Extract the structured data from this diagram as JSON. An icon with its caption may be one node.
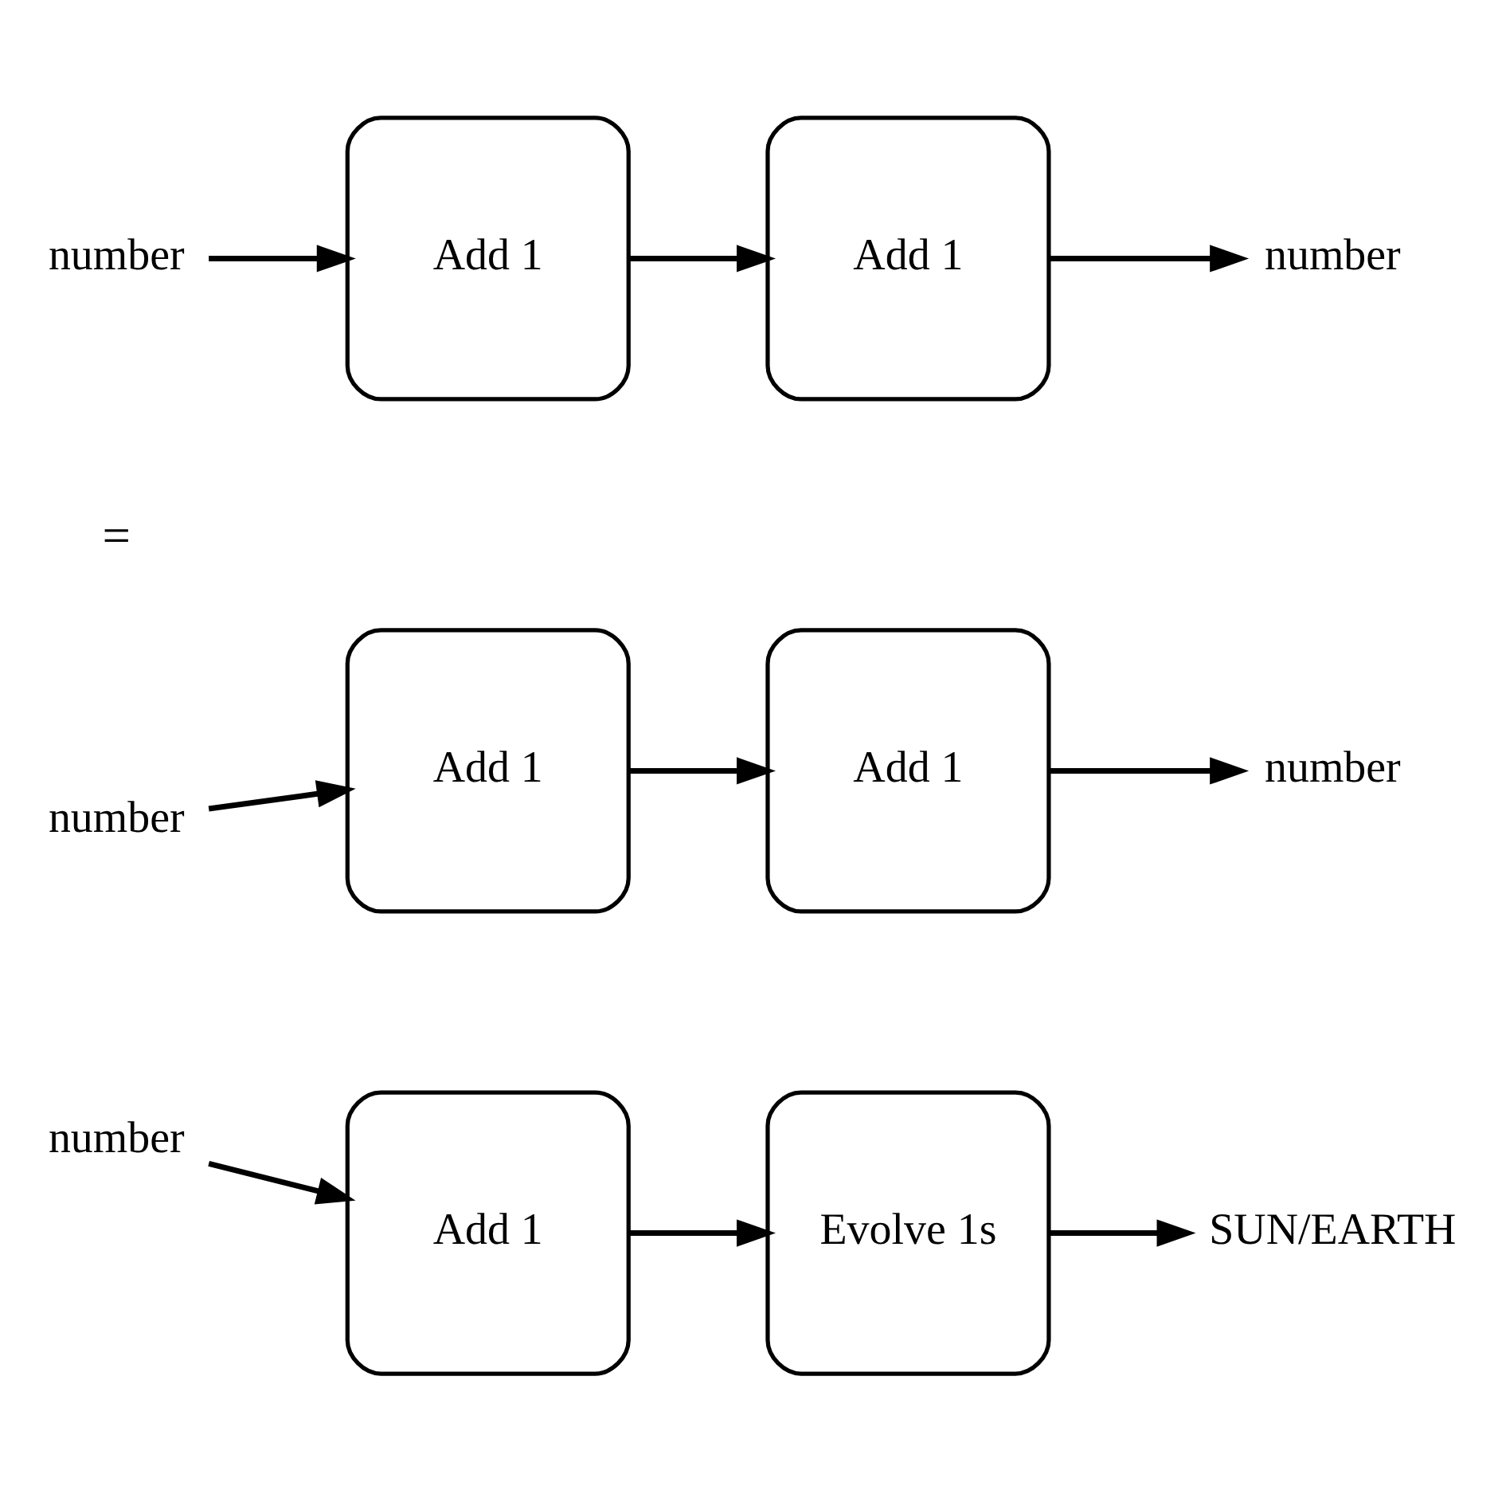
{
  "diagram": {
    "nodes": [
      {
        "text": [
          "number"
        ]
      },
      {
        "text": [
          "Add 1"
        ]
      },
      {
        "text": [
          "Add 1"
        ]
      },
      {
        "text": [
          "number"
        ]
      },
      {
        "text": [
          "number"
        ]
      },
      {
        "text": [
          "Add 1"
        ]
      },
      {
        "text": [
          "Add 1"
        ]
      },
      {
        "text": [
          "number"
        ]
      },
      {
        "text": [
          "number"
        ]
      },
      {
        "text": [
          "Add 1"
        ]
      },
      {
        "text": [
          "Evolve 1s"
        ]
      },
      {
        "text": [
          "SUN/EARTH"
        ]
      }
    ],
    "edges": [
      {
        "from": 0,
        "to": 1,
        "arrow": "to"
      },
      {
        "from": 1,
        "to": 2,
        "arrow": "to"
      },
      {
        "from": 2,
        "to": 3,
        "arrow": "to"
      },
      {
        "from": 4,
        "to": 5,
        "arrow": "to"
      },
      {
        "from": 5,
        "to": 6,
        "arrow": "to"
      },
      {
        "from": 6,
        "to": 7,
        "arrow": "to"
      },
      {
        "from": 8,
        "to": 9,
        "arrow": "to"
      },
      {
        "from": 9,
        "to": 10,
        "arrow": "to"
      },
      {
        "from": 10,
        "to": 11,
        "arrow": "to"
      }
    ],
    "labels": [
      "="
    ]
  }
}
